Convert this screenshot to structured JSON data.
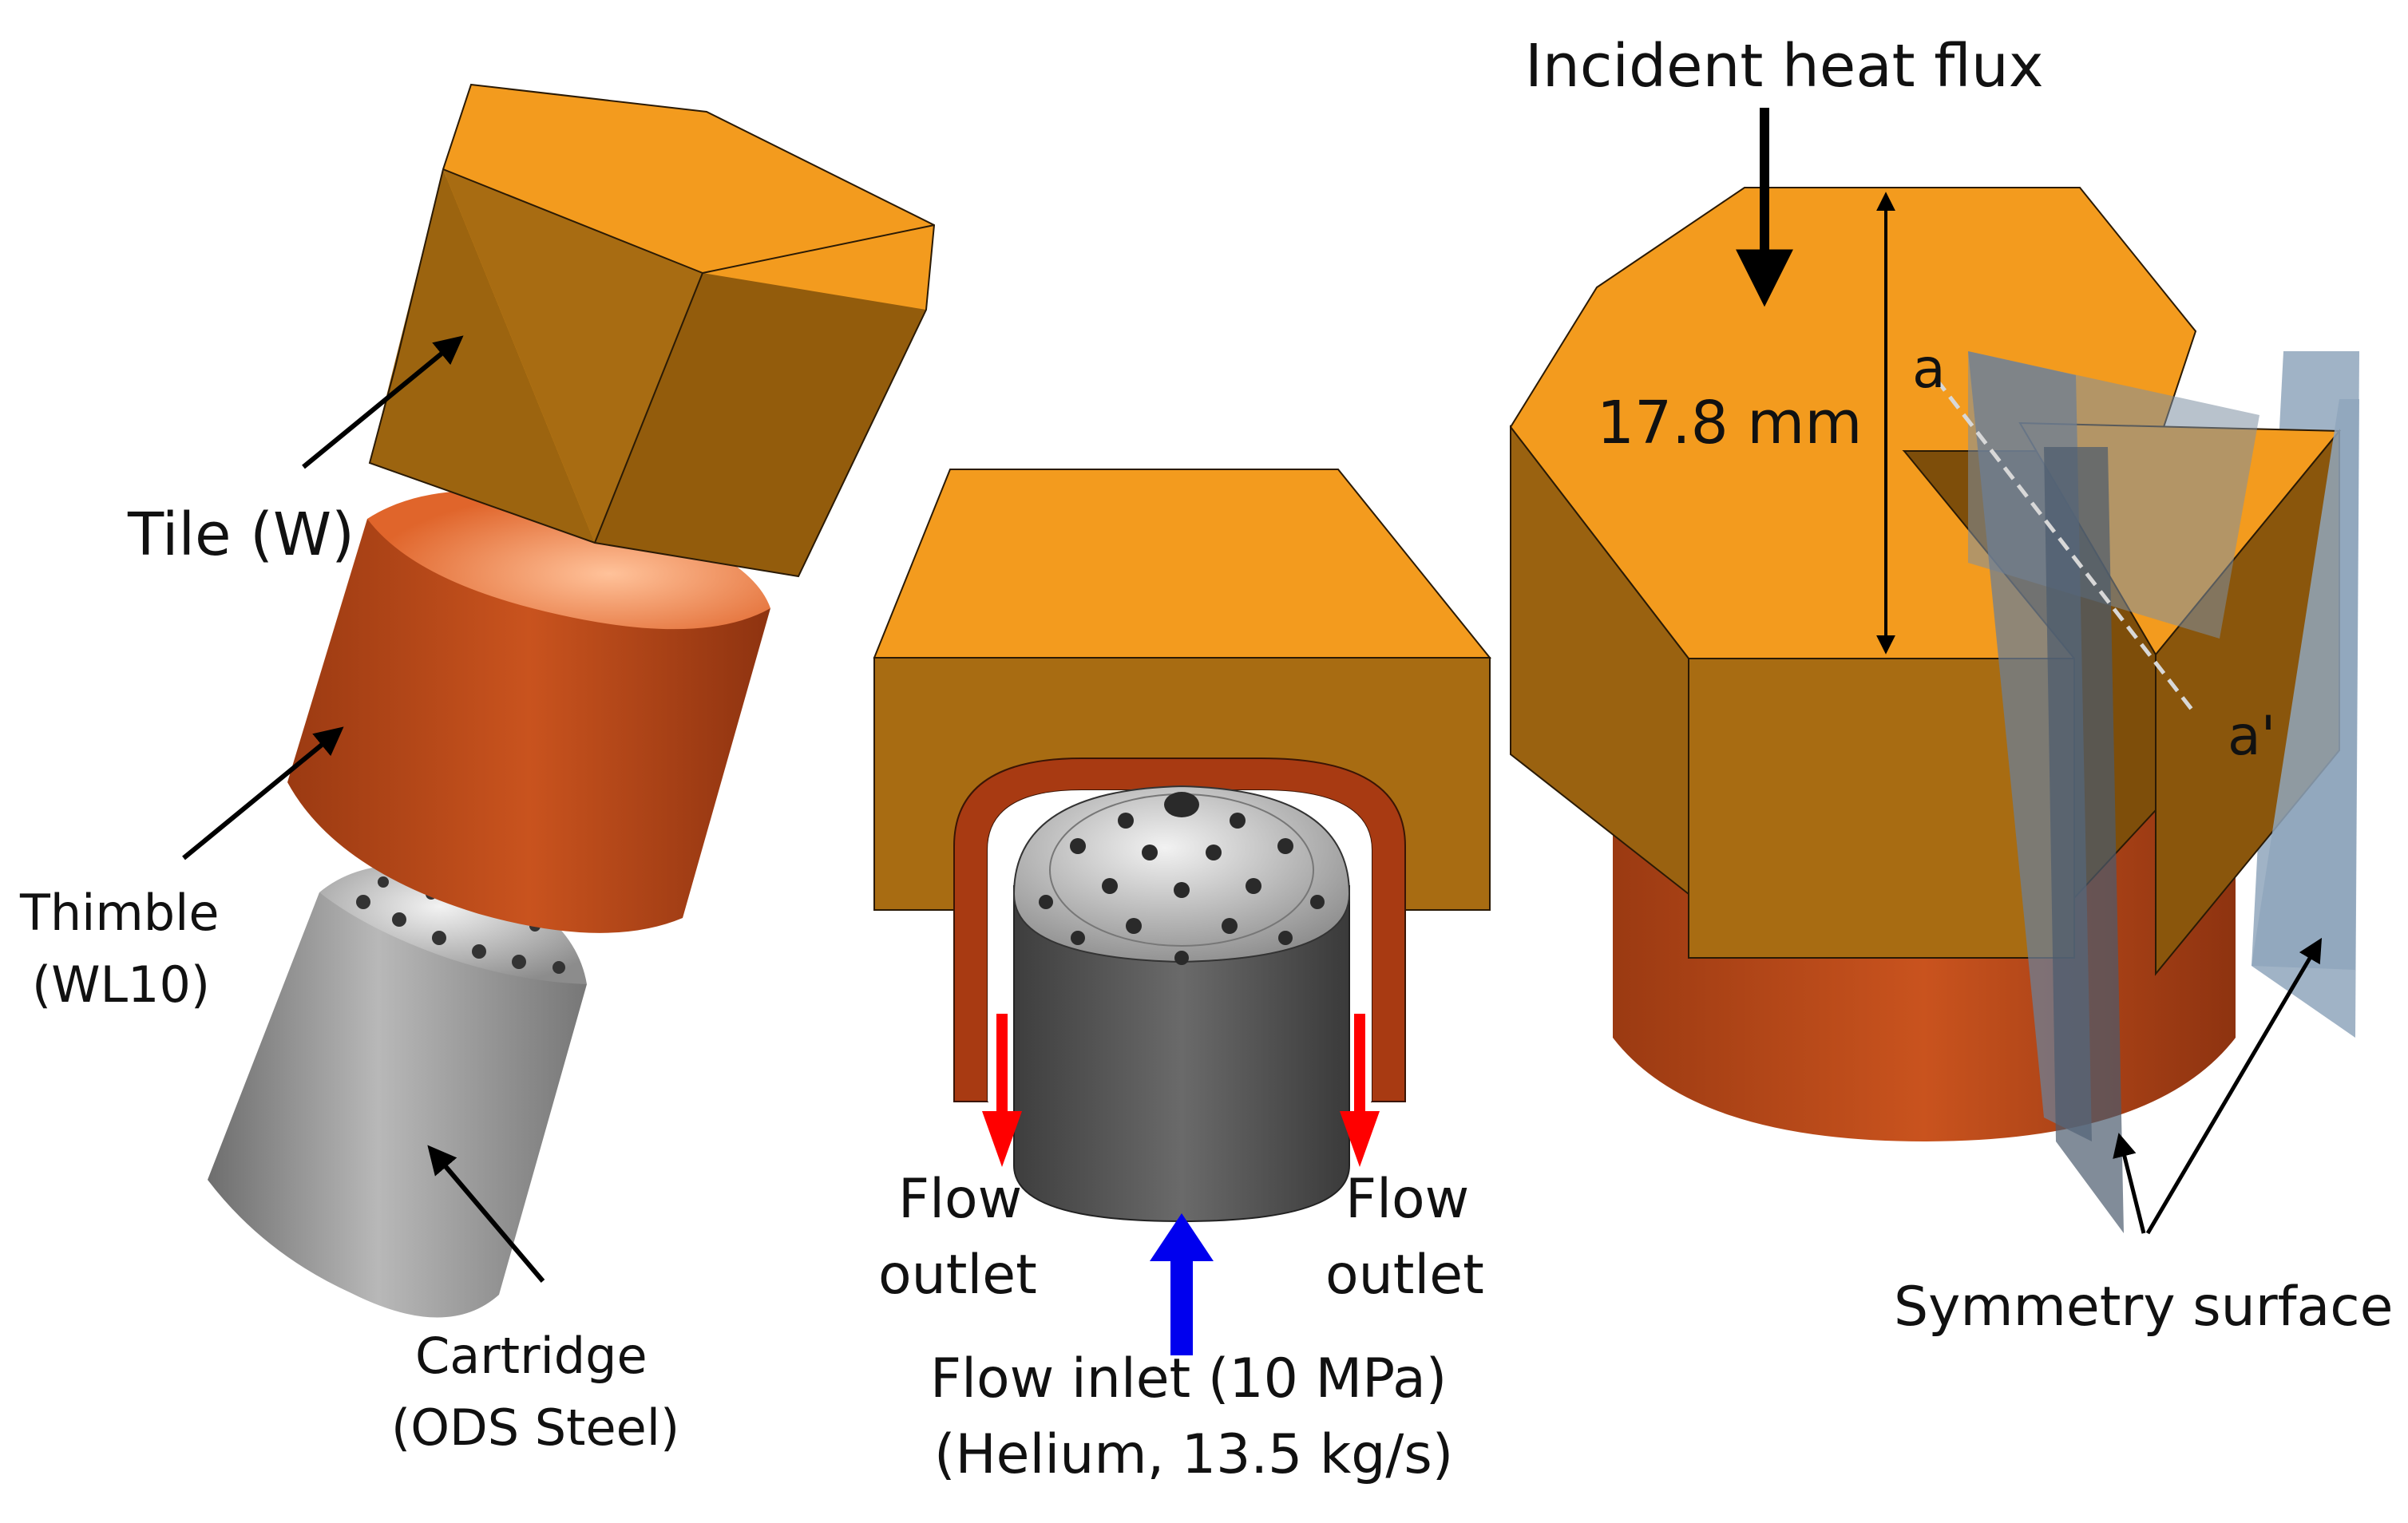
{
  "colors": {
    "tile_top": "#F39B1E",
    "tile_side_light": "#A86C12",
    "tile_side_dark": "#8A560C",
    "thimble": "#B5491C",
    "thimble_top": "#F07A3C",
    "cartridge": "#9A9A9A",
    "cartridge_dark": "#5E5E5E",
    "symmetry_plane": "#8FA6BC",
    "outlet_arrow": "#FF0000",
    "inlet_arrow": "#0000EE"
  },
  "left_panel": {
    "tile_label": "Tile (W)",
    "thimble_label_line1": "Thimble",
    "thimble_label_line2": "(WL10)",
    "cartridge_label_line1": "Cartridge",
    "cartridge_label_line2": "(ODS Steel)"
  },
  "middle_panel": {
    "outlet_left_line1": "Flow",
    "outlet_left_line2": "outlet",
    "outlet_right_line1": "Flow",
    "outlet_right_line2": "outlet",
    "inlet_line1": "Flow inlet (10 MPa)",
    "inlet_line2": "(Helium, 13.5 kg/s)"
  },
  "right_panel": {
    "heat_flux_label": "Incident heat flux",
    "dimension_label": "17.8 mm",
    "section_a": "a",
    "section_a_prime": "a'",
    "symmetry_label": "Symmetry surface"
  }
}
